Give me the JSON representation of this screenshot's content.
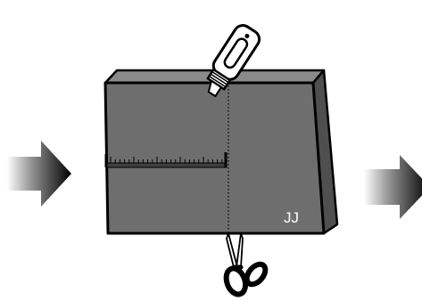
{
  "block": {
    "label": "JJ",
    "front_color": "#6e6e6e",
    "side_color": "#4f4f4f",
    "top_color": "#8a8a8a",
    "outline_color": "#000000"
  },
  "ruler": {
    "color": "#3f3f3f"
  },
  "tools": {
    "top": "utility-knife-icon",
    "bottom": "scissors-icon"
  },
  "arrows": [
    {
      "name": "left-arrow",
      "direction": "right"
    },
    {
      "name": "right-arrow",
      "direction": "right"
    }
  ]
}
